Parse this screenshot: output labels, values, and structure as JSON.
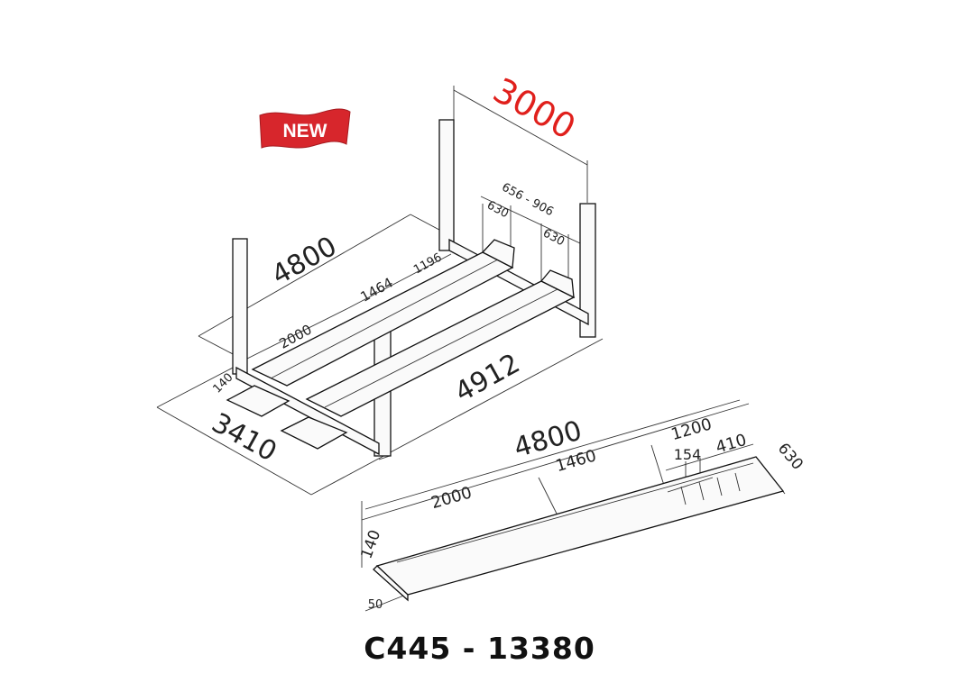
{
  "badge": {
    "text": "NEW",
    "color": "#d7262c"
  },
  "lift_view": {
    "width_dim": "3000",
    "width_dim_color": "#e0201c",
    "length_dim": "4800",
    "platform_distance_dim": "656 - 906",
    "platform_width_left": "630",
    "platform_width_right": "630",
    "offset_dim": "1196",
    "mid_dim": "1464",
    "front_dim": "2000",
    "end_dim": "140",
    "overall_width_dim": "3410",
    "overall_length_dim": "4912"
  },
  "runway_view": {
    "length_dim": "4800",
    "segment_dims": [
      "2000",
      "1460",
      "1200"
    ],
    "detail_dims": [
      "154",
      "410"
    ],
    "width_dim": "630",
    "height_dim": "140",
    "ramp_dim": "50"
  },
  "model_code": "C445 - 13380"
}
